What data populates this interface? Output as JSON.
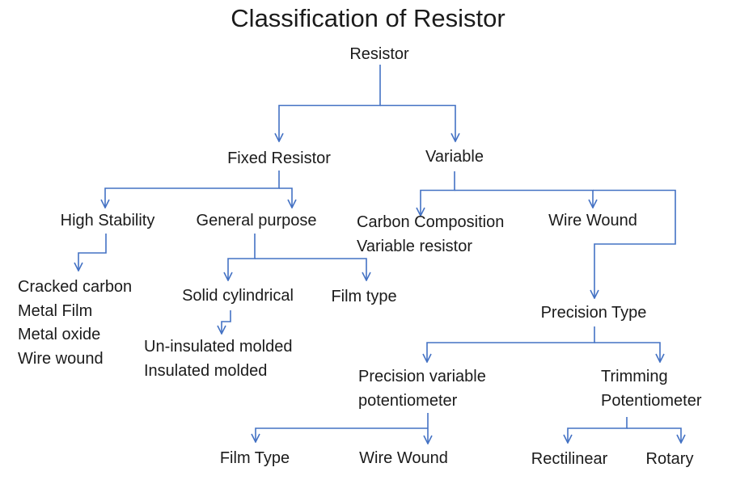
{
  "title": "Classification of Resistor",
  "colors": {
    "connector_blue": "#4472C4",
    "text_black": "#1b1b1b",
    "background": "#ffffff"
  },
  "nodes": {
    "resistor": {
      "label": "Resistor"
    },
    "fixed_resistor": {
      "label": "Fixed Resistor"
    },
    "variable": {
      "label": "Variable"
    },
    "high_stability": {
      "label": "High Stability"
    },
    "general_purpose": {
      "label": "General purpose"
    },
    "carbon_composition_variable_resistor": {
      "lines": [
        "Carbon Composition",
        "Variable resistor"
      ]
    },
    "wire_wound_variable": {
      "label": "Wire Wound"
    },
    "high_stability_types": {
      "lines": [
        "Cracked carbon",
        "Metal Film",
        "Metal oxide",
        "Wire wound"
      ]
    },
    "solid_cylindrical": {
      "label": "Solid cylindrical"
    },
    "film_type_general_purpose": {
      "label": "Film type"
    },
    "molded_types": {
      "lines": [
        "Un-insulated molded",
        "Insulated molded"
      ]
    },
    "precision_type": {
      "label": "Precision Type"
    },
    "precision_variable_potentiometer": {
      "lines": [
        "Precision variable",
        "potentiometer"
      ]
    },
    "trimming_potentiometer": {
      "lines": [
        "Trimming",
        "Potentiometer"
      ]
    },
    "film_type_precision": {
      "label": "Film Type"
    },
    "wire_wound_precision": {
      "label": "Wire Wound"
    },
    "rectilinear": {
      "label": "Rectilinear"
    },
    "rotary": {
      "label": "Rotary"
    }
  },
  "tree": {
    "Resistor": {
      "Fixed Resistor": {
        "High Stability": [
          "Cracked carbon",
          "Metal Film",
          "Metal oxide",
          "Wire wound"
        ],
        "General purpose": {
          "Solid cylindrical": [
            "Un-insulated molded",
            "Insulated molded"
          ],
          "Film type": []
        }
      },
      "Variable": {
        "Carbon Composition Variable resistor": [],
        "Wire Wound": {
          "Precision Type": {
            "Precision variable potentiometer": [
              "Film Type",
              "Wire Wound"
            ],
            "Trimming Potentiometer": [
              "Rectilinear",
              "Rotary"
            ]
          }
        }
      }
    }
  }
}
